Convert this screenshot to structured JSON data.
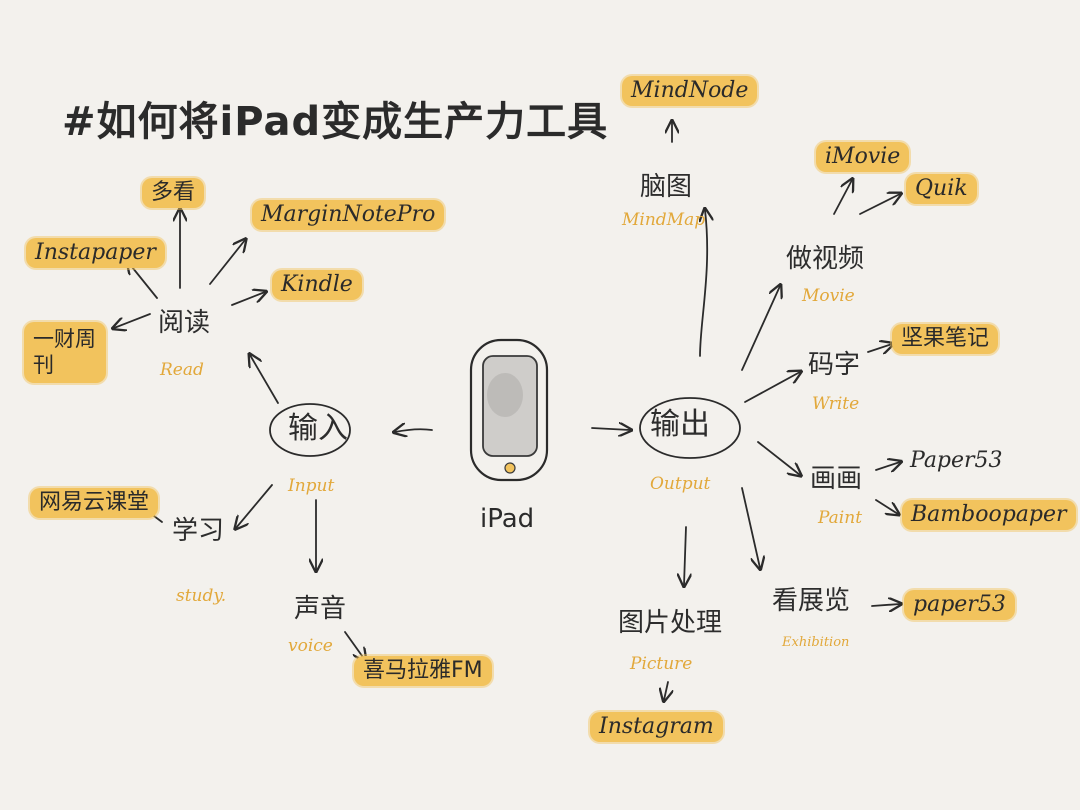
{
  "title": "#如何将iPad变成生产力工具",
  "center": {
    "label": "iPad"
  },
  "input": {
    "label": "输入",
    "en": "Input",
    "read": {
      "label": "阅读",
      "en": "Read",
      "items": [
        "多看",
        "Instapaper",
        "MarginNotePro",
        "Kindle",
        "一财周刊"
      ]
    },
    "study": {
      "label": "学习",
      "en": "study.",
      "items": [
        "网易云课堂"
      ]
    },
    "voice": {
      "label": "声音",
      "en": "voice",
      "items": [
        "喜马拉雅FM"
      ]
    }
  },
  "output": {
    "label": "输出",
    "en": "Output",
    "mindmap": {
      "label": "脑图",
      "en": "MindMap",
      "items": [
        "MindNode"
      ]
    },
    "movie": {
      "label": "做视频",
      "en": "Movie",
      "items": [
        "iMovie",
        "Quik"
      ]
    },
    "write": {
      "label": "码字",
      "en": "Write",
      "items": [
        "坚果笔记"
      ]
    },
    "paint": {
      "label": "画画",
      "en": "Paint",
      "items": [
        "Paper53",
        "Bamboopaper"
      ]
    },
    "exhibit": {
      "label": "看展览",
      "en": "Exhibition",
      "items": [
        "paper53"
      ]
    },
    "picture": {
      "label": "图片处理",
      "en": "Picture",
      "items": [
        "Instagram"
      ]
    }
  },
  "colors": {
    "highlight": "#f2c35d",
    "english_label": "#e2a83a",
    "ink": "#2b2b2b",
    "paper": "#f3f1ed"
  }
}
